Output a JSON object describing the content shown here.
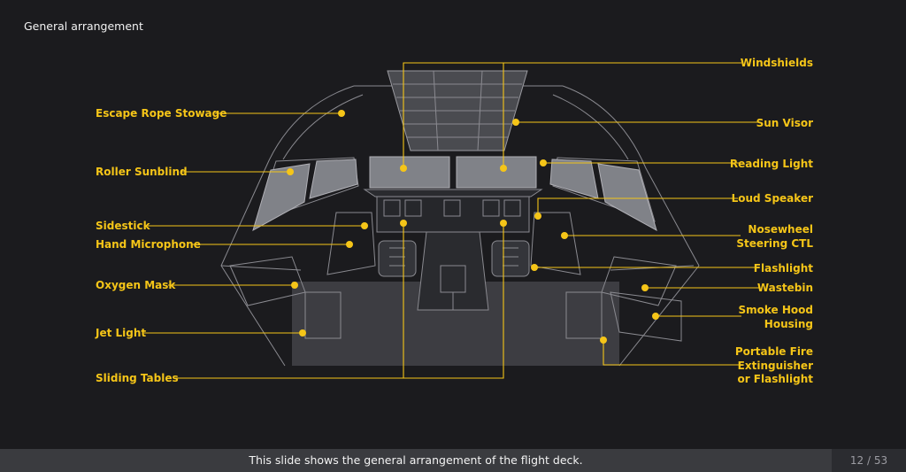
{
  "slide": {
    "title": "General arrangement",
    "caption": "This slide shows the general arrangement of the flight deck.",
    "page": "12 / 53"
  },
  "colors": {
    "accent": "#f5c518",
    "background": "#1b1b1e",
    "footer": "#3a3b3f",
    "line": "#8a8a90"
  },
  "labels": {
    "escape_rope": "Escape Rope Stowage",
    "roller_sunblind": "Roller Sunblind",
    "sidestick": "Sidestick",
    "hand_mic": "Hand Microphone",
    "oxygen_mask": "Oxygen Mask",
    "jet_light": "Jet Light",
    "sliding_tables": "Sliding Tables",
    "windshields": "Windshields",
    "sun_visor": "Sun Visor",
    "reading_light": "Reading Light",
    "loud_speaker": "Loud Speaker",
    "nosewheel": "Nosewheel\nSteering CTL",
    "flashlight": "Flashlight",
    "wastebin": "Wastebin",
    "smoke_hood": "Smoke Hood\nHousing",
    "fire_ext": "Portable Fire\nExtinguisher\nor Flashlight"
  }
}
